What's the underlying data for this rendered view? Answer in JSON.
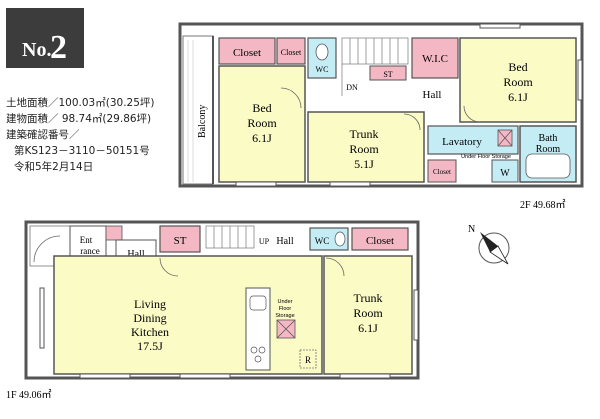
{
  "badge": {
    "label": "No.",
    "number": "2"
  },
  "info": {
    "land_area": "土地面積／100.03㎡(30.25坪)",
    "building_area": "建物面積／ 98.74㎡(29.86坪)",
    "permit_label": "建築確認番号／",
    "permit_number": "第KS123－3110－50151号",
    "permit_date": "令和5年2月14日"
  },
  "floor2": {
    "area_label": "2F 49.68㎡",
    "rooms": {
      "closet1": "Closet",
      "closet2": "Closet",
      "wc": "WC",
      "st": "ST",
      "wic": "W.I.C",
      "bed_left_name": "Bed",
      "bed_left_name2": "Room",
      "bed_left_size": "6.1J",
      "bed_right_name": "Bed",
      "bed_right_name2": "Room",
      "bed_right_size": "6.1J",
      "trunk_name": "Trunk",
      "trunk_name2": "Room",
      "trunk_size": "5.1J",
      "hall": "Hall",
      "dn": "DN",
      "lavatory": "Lavatory",
      "under_floor": "Under Floor Storage",
      "bath": "Bath",
      "bath2": "Room",
      "closet_small": "Closet",
      "w": "W",
      "balcony": "Balcony"
    }
  },
  "floor1": {
    "area_label": "1F 49.06㎡",
    "rooms": {
      "entrance": "Ent",
      "entrance2": "rance",
      "hall_left": "Hall",
      "st": "ST",
      "up": "UP",
      "hall_center": "Hall",
      "wc": "WC",
      "closet": "Closet",
      "ldk1": "Living",
      "ldk2": "Dining",
      "ldk3": "Kitchen",
      "ldk_size": "17.5J",
      "under_floor1": "Under",
      "under_floor2": "Floor",
      "under_floor3": "Storage",
      "r": "R",
      "trunk_name": "Trunk",
      "trunk_name2": "Room",
      "trunk_size": "6.1J"
    }
  },
  "compass": {
    "label": "N"
  },
  "colors": {
    "room_yellow": "#fbfbc6",
    "closet_pink": "#f4b8c4",
    "wet_cyan": "#c4ecf4",
    "badge_dark": "#3c3c3c",
    "wall": "#555555"
  }
}
